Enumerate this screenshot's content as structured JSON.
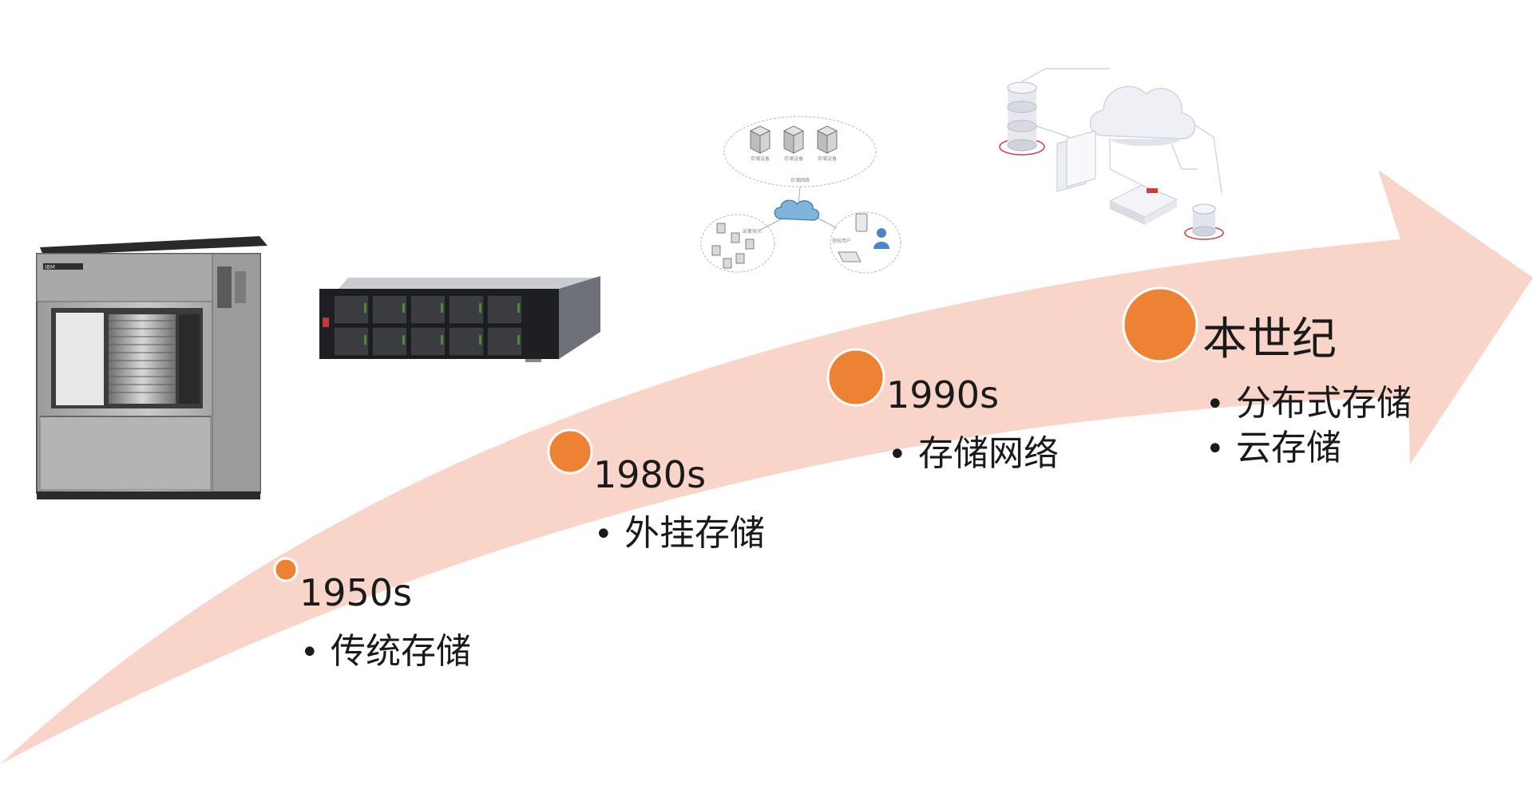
{
  "colors": {
    "arrow": "#f8d5c8",
    "milestone": "#ee8234",
    "text": "#1a1a1a"
  },
  "milestones": [
    {
      "id": "1950s",
      "label": "1950s",
      "items": [
        "传统存储"
      ]
    },
    {
      "id": "1980s",
      "label": "1980s",
      "items": [
        "外挂存储"
      ]
    },
    {
      "id": "1990s",
      "label": "1990s",
      "items": [
        "存储网络"
      ]
    },
    {
      "id": "now",
      "label": "本世纪",
      "items": [
        "分布式存储",
        "云存储"
      ]
    }
  ],
  "illustrations": [
    {
      "id": "mainframe",
      "icon": "ibm-mainframe-drive",
      "brand_text": "IBM"
    },
    {
      "id": "rack-server",
      "icon": "rack-storage-array"
    },
    {
      "id": "network",
      "icon": "storage-network-diagram",
      "labels": [
        "存储设备",
        "存储设备",
        "存储设备",
        "存储网络",
        "采集探头",
        "授权用户"
      ]
    },
    {
      "id": "cloud",
      "icon": "cloud-storage-isometric"
    }
  ]
}
